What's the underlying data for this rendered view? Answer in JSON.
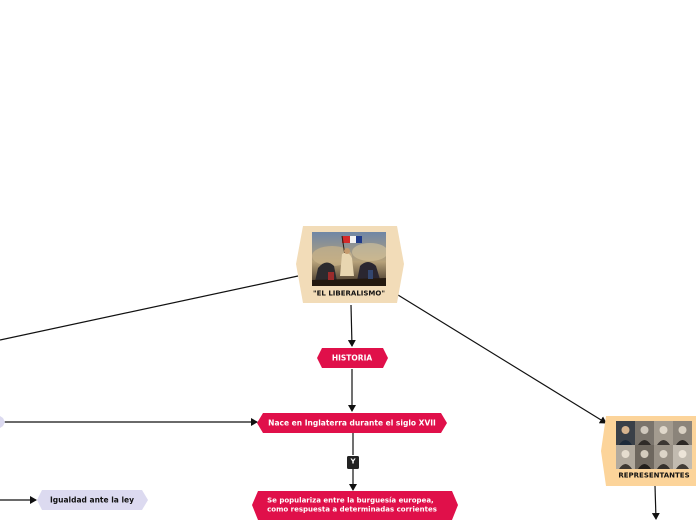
{
  "colors": {
    "central_fill": "#f2dcb8",
    "topic_fill": "#e0104a",
    "representantes_fill": "#fcd49a",
    "lavender_fill": "#dcdaf0",
    "connector": "#111111",
    "painting_sky": "#5a6f8c",
    "painting_smoke": "#c9b48a",
    "flag_red": "#d42a2a",
    "flag_white": "#f2f2f2",
    "flag_blue": "#1e3a8a"
  },
  "nodes": {
    "central": {
      "label": "\"EL LIBERALISMO\"",
      "image": "liberty-leading-the-people-painting"
    },
    "historia": {
      "label": "HISTORIA"
    },
    "nace": {
      "label": "Nace en Inglaterra durante el siglo XVII"
    },
    "connector_y": {
      "label": "Y"
    },
    "populariza": {
      "label": "Se populariza entre la burguesía europea,\ncomo respuesta a determinadas corrientes"
    },
    "representantes": {
      "label": "REPRESENTANTES",
      "image": "portrait-grid"
    },
    "igualdad": {
      "label": "Igualdad ante la ley"
    }
  }
}
